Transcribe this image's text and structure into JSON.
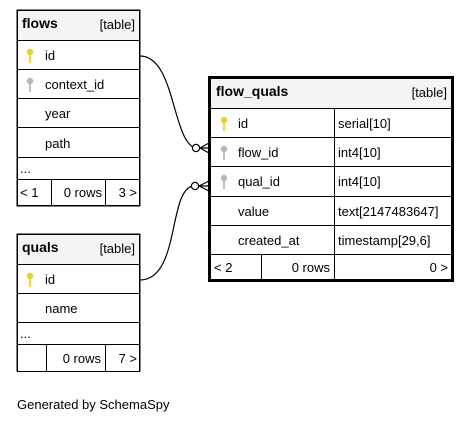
{
  "tables": [
    {
      "name": "flows",
      "kind": "[table]",
      "columns": [
        {
          "name": "id",
          "key": "primary"
        },
        {
          "name": "context_id",
          "key": "foreign"
        },
        {
          "name": "year",
          "key": "none"
        },
        {
          "name": "path",
          "key": "none"
        }
      ],
      "ellipsis": "...",
      "footer": {
        "left": "< 1",
        "middle": "0 rows",
        "right": "3 >"
      }
    },
    {
      "name": "quals",
      "kind": "[table]",
      "columns": [
        {
          "name": "id",
          "key": "primary"
        },
        {
          "name": "name",
          "key": "none"
        }
      ],
      "ellipsis": "...",
      "footer": {
        "left": "",
        "middle": "0 rows",
        "right": "7 >"
      }
    },
    {
      "name": "flow_quals",
      "kind": "[table]",
      "columns": [
        {
          "name": "id",
          "type": "serial[10]",
          "key": "primary"
        },
        {
          "name": "flow_id",
          "type": "int4[10]",
          "key": "foreign"
        },
        {
          "name": "qual_id",
          "type": "int4[10]",
          "key": "foreign"
        },
        {
          "name": "value",
          "type": "text[2147483647]",
          "key": "none"
        },
        {
          "name": "created_at",
          "type": "timestamp[29,6]",
          "key": "none"
        }
      ],
      "footer": {
        "left": "< 2",
        "middle": "0 rows",
        "right": "0 >"
      }
    }
  ],
  "relationships": [
    {
      "from": "flow_quals.flow_id",
      "to": "flows.id"
    },
    {
      "from": "flow_quals.qual_id",
      "to": "quals.id"
    }
  ],
  "colors": {
    "primary_key": "#e8d22a",
    "foreign_key": "#b8b8b8",
    "header_bg": "#f4f4f4",
    "border": "#000000"
  },
  "footer_text": "Generated by SchemaSpy"
}
